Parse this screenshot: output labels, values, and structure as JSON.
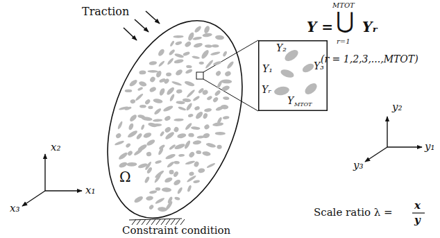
{
  "diagram": {
    "nodes": [
      {
        "text": [
          "Ω"
        ]
      },
      {
        "text": [
          "Y₂",
          "Y₁",
          "Y₃",
          "Yᵣ",
          "Y",
          "MTOT"
        ]
      }
    ],
    "labels": [
      "Traction",
      "MTOT",
      "Y =",
      "⋃",
      "Yᵣ",
      "r=1",
      "(r = 1,2,3,...,MTOT)",
      "x₂",
      "y₂",
      "y₁",
      "y₃",
      "x₁",
      "x₃",
      "Scale ratio  λ =",
      "x",
      "y",
      "Constraint condition"
    ]
  }
}
